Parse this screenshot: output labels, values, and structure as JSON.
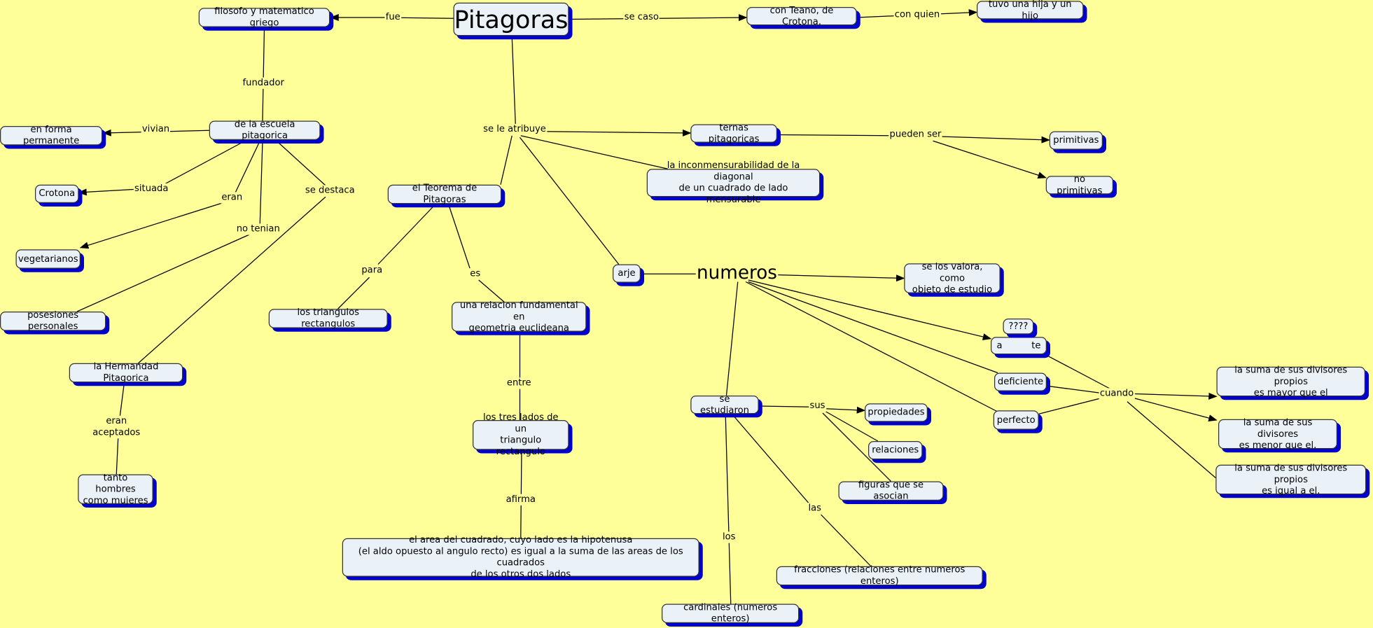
{
  "colors": {
    "background": "#ffff99",
    "node_fill": "#eaf2f8",
    "node_shadow": "#0000d0"
  },
  "nodes": {
    "pitagoras": "Pitagoras",
    "filosofo": "filosofo y matematico griego",
    "teano": "con Teano, de Crotona.",
    "hija": "tuvo una hija y un hijo",
    "escuela": "de la escuela pitagorica",
    "permanente": "en forma permanente",
    "crotona": "Crotona",
    "vegetarianos": "vegetarianos",
    "posesiones": "posesiones personales",
    "hermandad": "la Hermandad Pitagorica",
    "hombres": "tanto hombres\ncomo mujeres",
    "teorema": "el Teorema de Pitagoras",
    "triangulos": "los triangulos rectangulos",
    "relacion": "una relacion fundamental en\ngeometria euclideana",
    "tres_lados": "los tres lados de un\ntriangulo rectangulo",
    "area": "el area del cuadrado, cuyo lado es la hipotenusa\n(el aldo opuesto al angulo recto) es igual a la suma de las areas de los cuadrados\nde los otros dos lados",
    "ternas": "ternas pitagoricas",
    "inconmensurabilidad": "la inconmensurabilidad de la diagonal\nde un cuadrado de lado mensurable",
    "primitivas": "primitivas",
    "no_primitivas": "no primitivas",
    "arje": "arje",
    "valora": "se los valora, como\nobjeto de estudio",
    "abundante_partial": "a          te",
    "unknown": "????",
    "deficiente": "deficiente",
    "perfecto": "perfecto",
    "mayor": "la suma de sus divisores propios\nes mayor que el",
    "menor": "la suma de sus divisores\nes menor que el.",
    "igual": "la suma de sus divisores propios\nes igual a el.",
    "estudiaron": "se estudiaron",
    "propiedades": "propiedades",
    "relaciones": "relaciones",
    "figuras": "figuras que se asocian",
    "fracciones": "fracciones (relaciones entre numeros enteros)",
    "cardinales": "cardinales (numeros enteros)"
  },
  "phrases": {
    "fue": "fue",
    "se_caso": "se caso",
    "con_quien": "con quien",
    "fundador": "fundador",
    "vivian": "vivian",
    "situada": "situada",
    "eran": "eran",
    "no_tenian": "no tenian",
    "se_destaca": "se destaca",
    "eran_aceptados": "eran\naceptados",
    "se_le_atribuye": "se le atribuye",
    "para": "para",
    "es": "es",
    "entre": "entre",
    "afirma": "afirma",
    "pueden_ser": "pueden ser",
    "numeros": "numeros",
    "sus": "sus",
    "las": "las",
    "los": "los",
    "cuando": "cuando"
  }
}
